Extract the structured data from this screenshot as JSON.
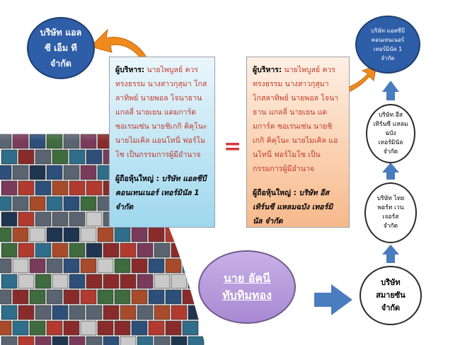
{
  "top_left_company": [
    "บริษัท แอล",
    "ซี เอ็ม ที",
    "จำกัด"
  ],
  "top_right_company": [
    "บริษัท แอลซีบี",
    "คอนเทนเนอร์",
    "เทอร์มินัล 1",
    "จำกัด"
  ],
  "chain": [
    [
      "บริษัท อีส",
      "เทิร์นซี แหลม",
      "ฉบัง",
      "เทอร์มินัล",
      "จำกัด"
    ],
    [
      "บริษัท ไทย",
      "พอร์ท เวน",
      "เจอร์ส",
      "จำกัด"
    ],
    [
      "บริษัท",
      "สมายซัน",
      "จำกัด"
    ]
  ],
  "person": [
    "นาย อัคนี",
    "ทับทิมทอง"
  ],
  "equals": "=",
  "box_left": {
    "directors_label": "ผู้บริหาร:",
    "directors": "นายไพบูลย์ ควรทรงธรรม นางสาวกุสุมา โกสลาทิพย์ นายพอล โจนาธาน แกลลี่ นายเยน แดมการ์ด ซอเรนเซ่น นายชิเกกิ คิคุโนะ นายไมเคิล แอนโทนี่ ฟอร์โมโซ เป็นกรรมการผู้มีอำนาจ",
    "shareholder_label": "ผู้ถือหุ้นใหญ่ :",
    "shareholder": "บริษัท แอลซีบี คอนเทนเนอร์ เทอร์มินัล 1 จำกัด"
  },
  "box_right": {
    "directors_label": "ผู้บริหาร:",
    "directors": "นายไพบูลย์ ควรทรงธรรม นางสาวกุสุมา โกสลาทิพย์ นายพอล โจนาธาน แกลลี่ นายเยน แดมการ์ด ซอเรนเซ่น นายชิเกกิ คิคุโนะ นายไมเคิล แอนโทนี่ ฟอร์โมโซ เป็นกรรมการผู้มีอำนาจ",
    "shareholder_label": "ผู้ถือหุ้นใหญ่ :",
    "shareholder": "บริษัท อีสเทิร์นซี แหลมฉบัง เทอร์มินัล จำกัด"
  },
  "colors": {
    "ellipse_blue": "#2e5ea8",
    "arrow_blue": "#4a7cc0",
    "arrow_orange": "#f08a1c",
    "text_red": "#c0392b"
  }
}
